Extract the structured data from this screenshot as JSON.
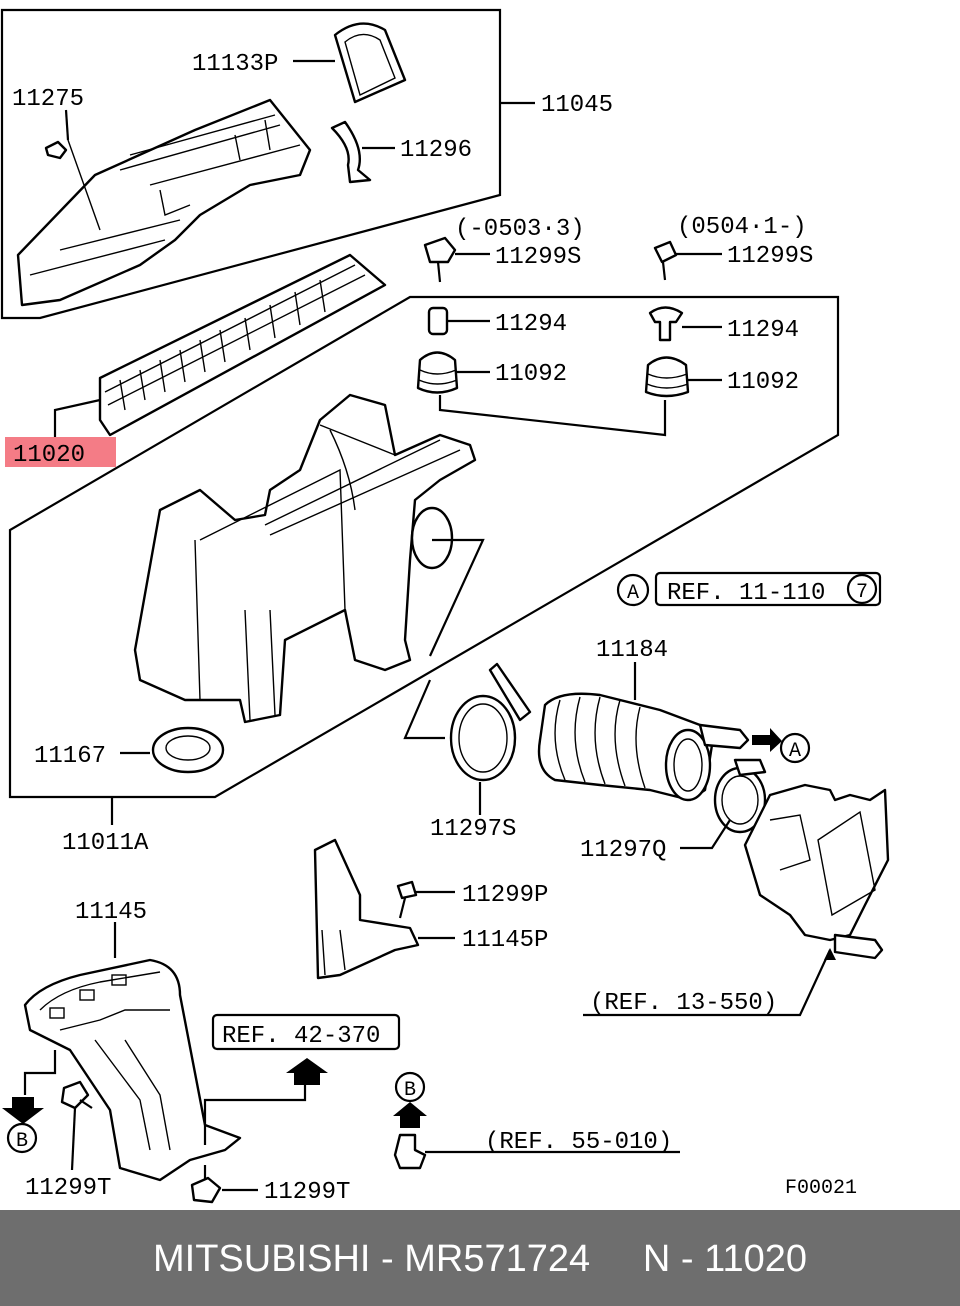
{
  "diagram": {
    "figure_code": "F00021",
    "labels": {
      "p11133P": "11133P",
      "p11275": "11275",
      "p11045": "11045",
      "p11296": "11296",
      "range_left": "(-0503·3)",
      "range_right": "(0504·1-)",
      "p11299S_left": "11299S",
      "p11299S_right": "11299S",
      "p11294_left": "11294",
      "p11294_right": "11294",
      "p11092_left": "11092",
      "p11092_right": "11092",
      "p11020": "11020",
      "ref_a_marker": "A",
      "ref_11_110": "REF. 11-110",
      "ref_11_110_num": "7",
      "p11184": "11184",
      "arrow_a_marker": "A",
      "p11167": "11167",
      "p11297S": "11297S",
      "p11011A": "11011A",
      "p11297Q": "11297Q",
      "p11299P": "11299P",
      "p11145P": "11145P",
      "p11145": "11145",
      "ref_13_550": "(REF. 13-550)",
      "ref_42_370": "REF. 42-370",
      "b_marker_left": "B",
      "b_marker_right": "B",
      "ref_55_010": "(REF. 55-010)",
      "p11299T_left": "11299T",
      "p11299T_bottom": "11299T"
    },
    "highlight_color": "#f47c86"
  },
  "footer": {
    "brand": "MITSUBISHI",
    "part_number": "MR571724",
    "ref_code": "N - 11020",
    "text": "MITSUBISHI - MR571724     N - 11020",
    "background": "#6e6e6e"
  }
}
